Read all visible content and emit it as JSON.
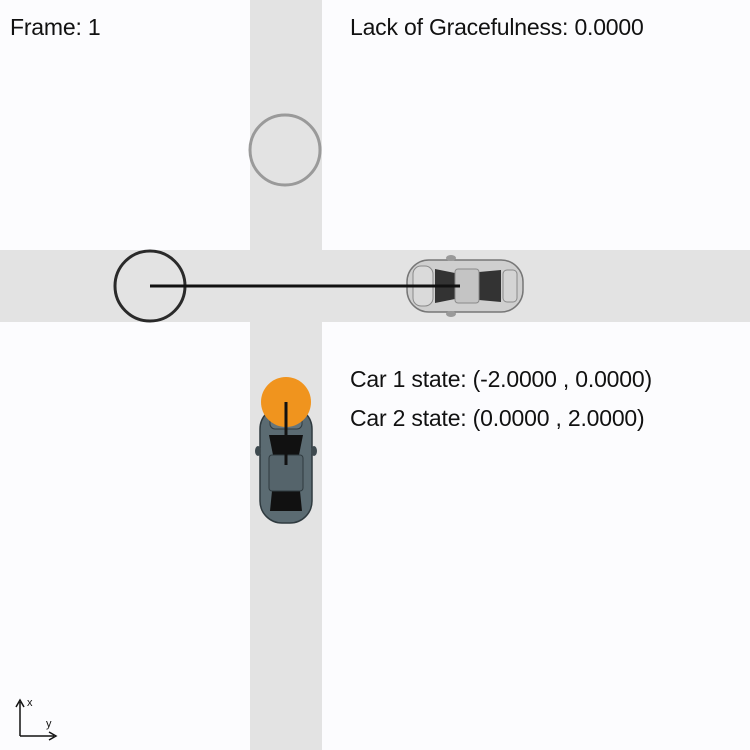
{
  "hud": {
    "frame_prefix": "Frame: ",
    "frame": "1",
    "grace_prefix": "Lack of Gracefulness: ",
    "grace": "0.0000"
  },
  "cars": [
    {
      "label": "Car 1 state: (-2.0000 , 0.0000)",
      "color": "#cfcfcf",
      "heading": "left"
    },
    {
      "label": "Car 2 state: (0.0000 , 2.0000)",
      "color": "#5b6b72",
      "heading": "up"
    }
  ],
  "targets": {
    "car1_goal_color": "#2a2a2a",
    "car2_goal_color": "#9a9a9a",
    "car2_marker_color": "#f0941e"
  },
  "axes": {
    "x": "x",
    "y": "y"
  }
}
